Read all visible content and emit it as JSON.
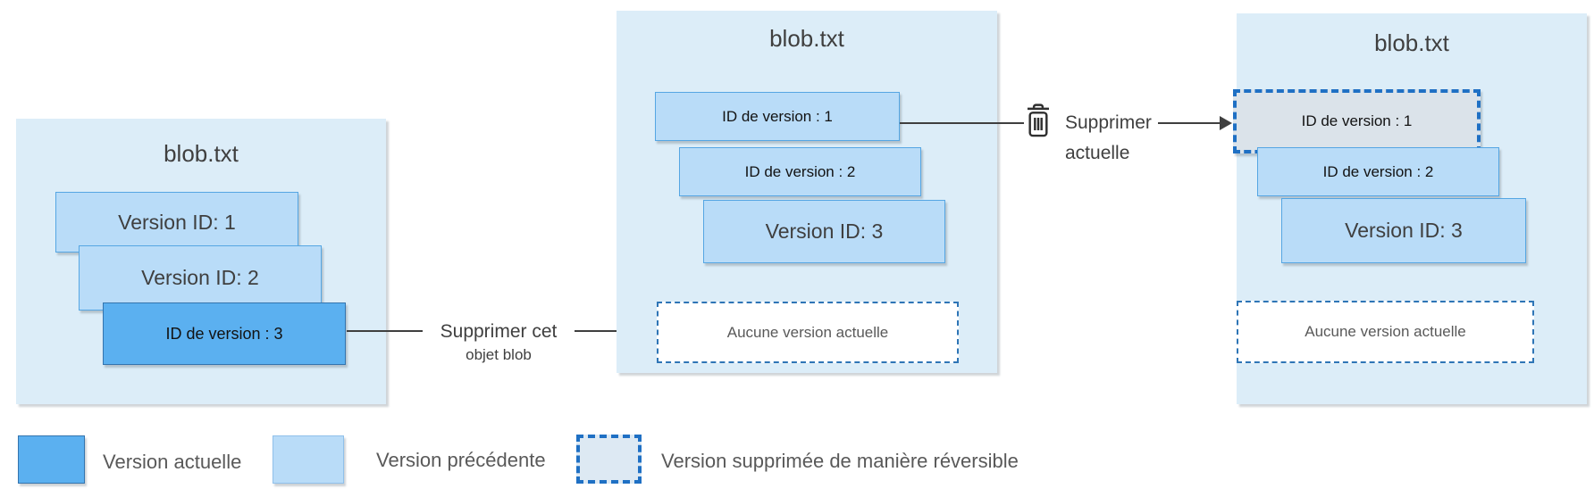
{
  "colors": {
    "panel_bg": "#dcedf8",
    "box_light": "#b9dcf8",
    "box_light_border": "#55a6e3",
    "box_current": "#5bb0f0",
    "box_current_border": "#3474ae",
    "box_deleted": "#dbe3ea",
    "deleted_border_blue": "#1f70c4",
    "deleted_border_gray": "#b0b4b8",
    "dashed_border": "#2e75b6",
    "arrow": "#3f3f3f",
    "text_dark": "#3f3f3f",
    "text_gray": "#595959"
  },
  "panels": [
    {
      "title": "blob.txt",
      "boxes": [
        {
          "label": "Version ID: 1",
          "state": "previous"
        },
        {
          "label": "Version ID: 2",
          "state": "previous"
        },
        {
          "label": "ID de version : 3",
          "state": "current"
        }
      ]
    },
    {
      "title": "blob.txt",
      "boxes": [
        {
          "label": "ID de version : 1",
          "state": "previous"
        },
        {
          "label": "ID de version : 2",
          "state": "previous"
        },
        {
          "label": "Version ID: 3",
          "state": "previous"
        }
      ],
      "placeholder": "Aucune version actuelle"
    },
    {
      "title": "blob.txt",
      "boxes": [
        {
          "label": "ID de version : 1",
          "state": "soft-deleted"
        },
        {
          "label": "ID de version : 2",
          "state": "previous"
        },
        {
          "label": "Version ID: 3",
          "state": "previous"
        }
      ],
      "placeholder": "Aucune version actuelle"
    }
  ],
  "annotations": {
    "delete_blob": {
      "line1": "Supprimer cet",
      "line2": "objet blob"
    },
    "delete_current": {
      "line1": "Supprimer",
      "line2": "actuelle",
      "icon": "trash-icon"
    }
  },
  "legend": {
    "items": [
      {
        "label": "Version actuelle",
        "swatch": "current"
      },
      {
        "label": "Version précédente",
        "swatch": "previous"
      },
      {
        "label": "Version supprimée de manière réversible",
        "swatch": "soft-deleted"
      }
    ]
  }
}
